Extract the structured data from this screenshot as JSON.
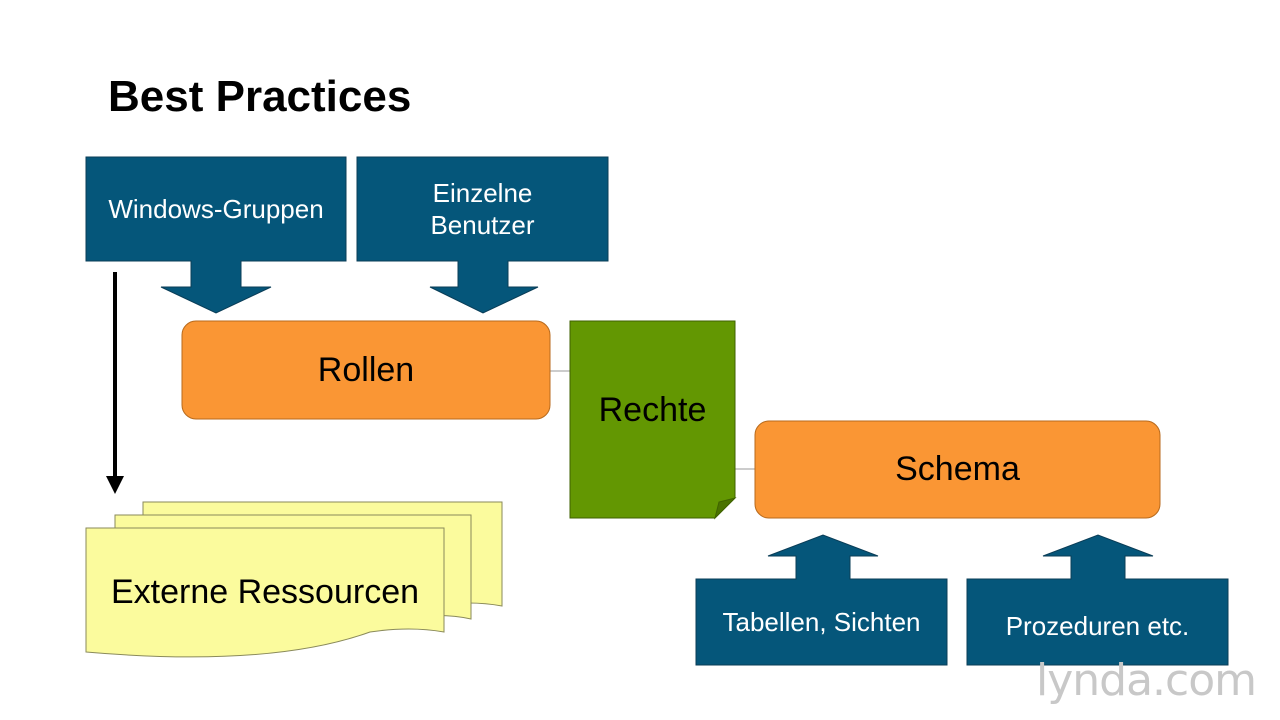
{
  "title": "Best Practices",
  "colors": {
    "blue": "#05567a",
    "orange": "#fa9634",
    "green": "#639702",
    "yellow": "#fbfb9d",
    "black": "#000000"
  },
  "nodes": {
    "windows_gruppen": "Windows-Gruppen",
    "einzelne_benutzer_line1": "Einzelne",
    "einzelne_benutzer_line2": "Benutzer",
    "rollen": "Rollen",
    "rechte": "Rechte",
    "schema": "Schema",
    "externe_ressourcen": "Externe Ressourcen",
    "tabellen_sichten": "Tabellen, Sichten",
    "prozeduren": "Prozeduren etc."
  },
  "watermark": "lynda.com"
}
